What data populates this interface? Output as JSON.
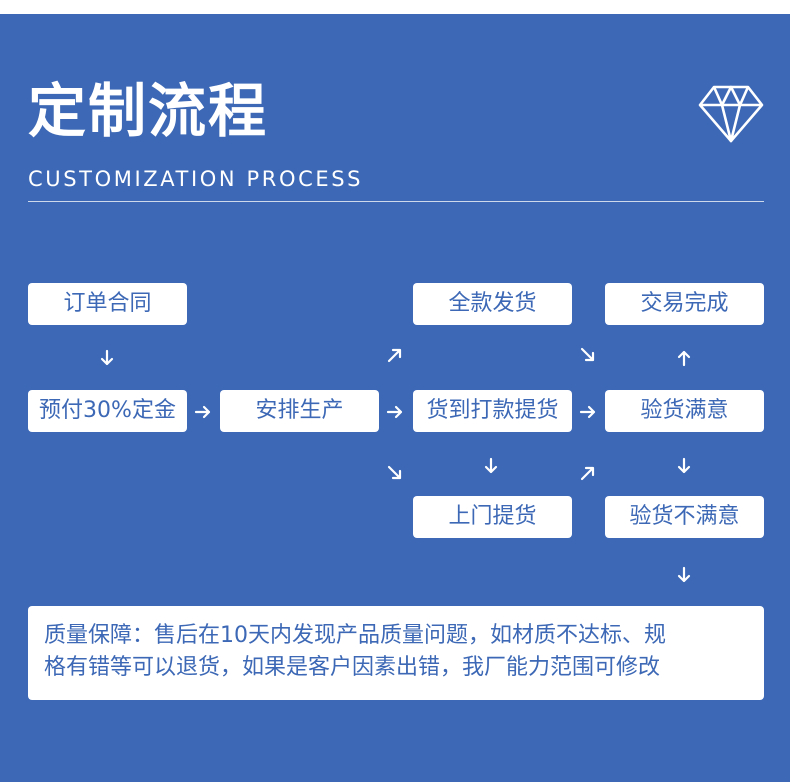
{
  "header": {
    "title": "定制流程",
    "subtitle": "CUSTOMIZATION PROCESS",
    "icon": "diamond-icon"
  },
  "steps": {
    "order_contract": "订单合同",
    "prepay_deposit": "预付30%定金",
    "arrange_production": "安排生产",
    "full_payment_ship": "全款发货",
    "payment_pickup": "货到打款提货",
    "onsite_pickup": "上门提货",
    "transaction_complete": "交易完成",
    "inspection_satisfied": "验货满意",
    "inspection_unsatisfied": "验货不满意"
  },
  "quality_note": {
    "line1": "质量保障：售后在10天内发现产品质量问题，如材质不达标、规",
    "line2": "格有错等可以退货，如果是客户因素出错，我厂能力范围可修改"
  },
  "colors": {
    "background": "#3c68b5",
    "box": "#ffffff",
    "text": "#3c68b5"
  }
}
